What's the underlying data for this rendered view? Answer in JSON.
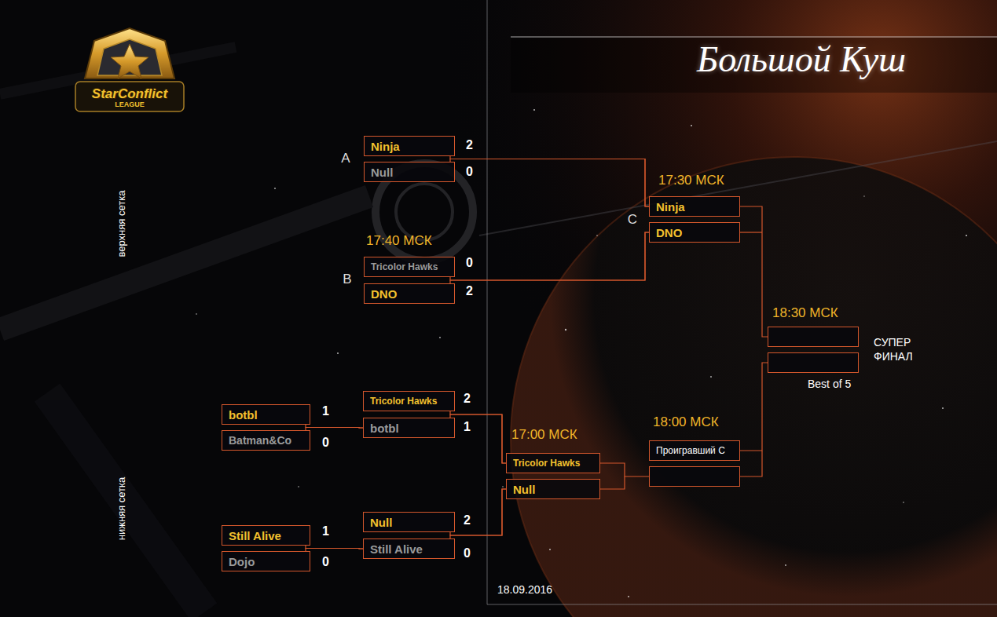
{
  "diagram": {
    "title": "Большой Куш",
    "nodes": [
      {
        "text": [
          "Ninja"
        ]
      },
      {
        "text": [
          "Null"
        ]
      },
      {
        "text": [
          "Tricolor Hawks"
        ]
      },
      {
        "text": [
          "DNO"
        ]
      },
      {
        "text": [
          "Ninja"
        ]
      },
      {
        "text": [
          "DNO"
        ]
      },
      {
        "text": [
          "botbl"
        ]
      },
      {
        "text": [
          "Batman&Co"
        ]
      },
      {
        "text": [
          "Tricolor Hawks"
        ]
      },
      {
        "text": [
          "botbl"
        ]
      },
      {
        "text": [
          "Still Alive"
        ]
      },
      {
        "text": [
          "Dojo"
        ]
      },
      {
        "text": [
          "Null"
        ]
      },
      {
        "text": [
          "Still Alive"
        ]
      },
      {
        "text": [
          "Tricolor Hawks"
        ]
      },
      {
        "text": [
          "Null"
        ]
      },
      {
        "text": [
          "Проигравший С"
        ]
      }
    ],
    "edges": [
      {
        "from": 0,
        "to": 4,
        "arrow": "none"
      },
      {
        "from": 1,
        "to": 4,
        "arrow": "none"
      },
      {
        "from": 2,
        "to": 5,
        "arrow": "none"
      },
      {
        "from": 3,
        "to": 5,
        "arrow": "none"
      },
      {
        "from": 6,
        "to": 9,
        "arrow": "none"
      },
      {
        "from": 7,
        "to": 9,
        "arrow": "none"
      },
      {
        "from": 8,
        "to": 14,
        "arrow": "none"
      },
      {
        "from": 9,
        "to": 14,
        "arrow": "none"
      },
      {
        "from": 10,
        "to": 13,
        "arrow": "none"
      },
      {
        "from": 11,
        "to": 13,
        "arrow": "none"
      },
      {
        "from": 12,
        "to": 15,
        "arrow": "none"
      },
      {
        "from": 13,
        "to": 15,
        "arrow": "none"
      }
    ],
    "labels": [
      "StarConflict",
      "LEAGUE",
      "верхняя сетка",
      "нижняя сетка",
      "A",
      "B",
      "C",
      "17:40 МСК",
      "17:30 МСК",
      "18:30 МСК",
      "17:00 МСК",
      "18:00 МСК",
      "СУПЕР ФИНАЛ",
      "Best of 5",
      "18.09.2016",
      "2",
      "0",
      "0",
      "2",
      "1",
      "0",
      "2",
      "1",
      "1",
      "0",
      "2",
      "0"
    ]
  }
}
